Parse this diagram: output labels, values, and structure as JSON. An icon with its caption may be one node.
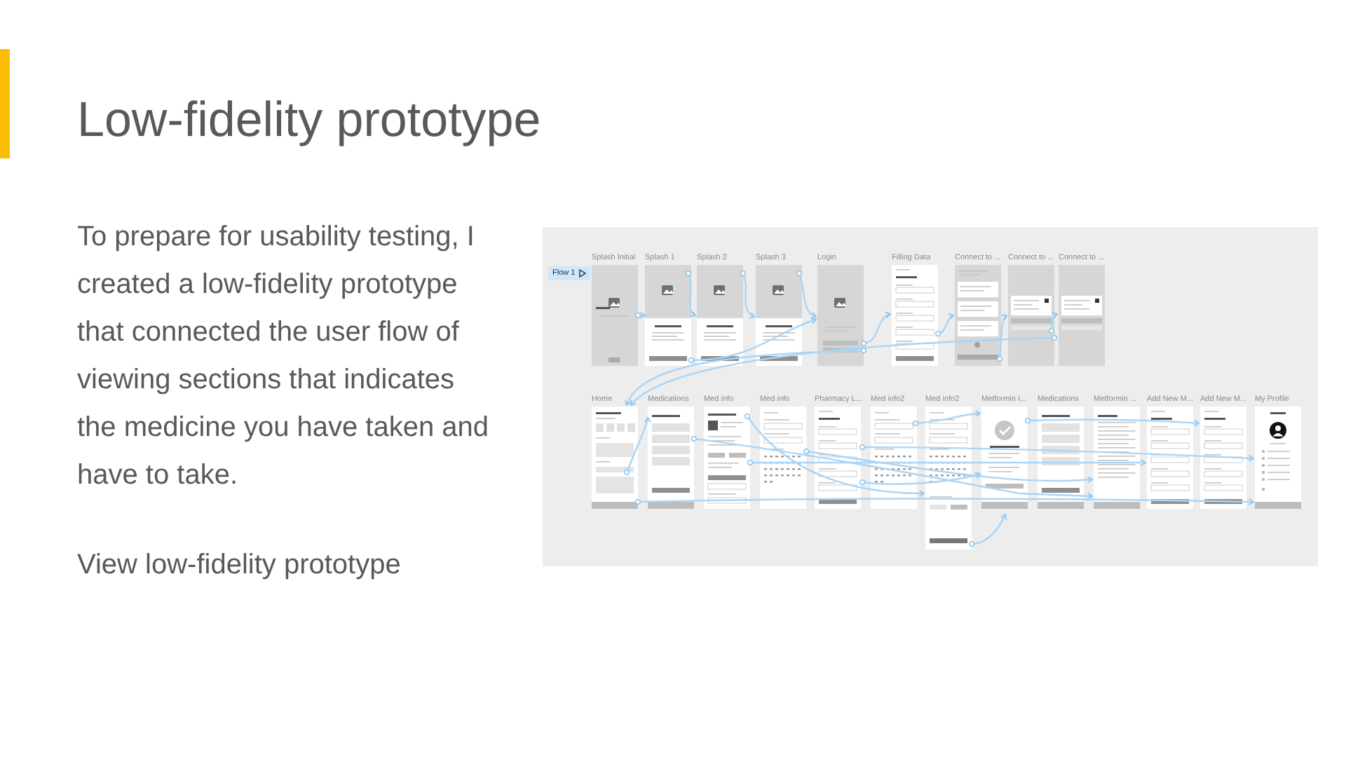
{
  "diagram": {
    "title": "Low-fidelity prototype",
    "labels": [
      "To prepare for usability testing, I created a low-fidelity prototype that connected the user flow of viewing sections that indicates the medicine you have taken and have to take.",
      "View low-fidelity prototype",
      "Flow 1",
      "Splash Initial",
      "Splash 1",
      "Splash 2",
      "Splash 3",
      "Login",
      "Filling Data",
      "Connect to ...",
      "Connect to ...",
      "Connect to ...",
      "Home",
      "Medications",
      "Med info",
      "Med info",
      "Pharmacy L...",
      "Med info2",
      "Med info2",
      "Metformin I...",
      "Medications",
      "Metformin ...",
      "Add New M...",
      "Add New M...",
      "My Profile"
    ]
  }
}
